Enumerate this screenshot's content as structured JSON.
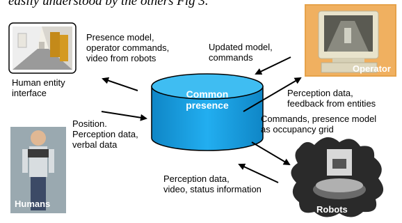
{
  "header_fragment": "easily understood by the others Fig 3.",
  "center": {
    "label_line1": "Common",
    "label_line2": "presence"
  },
  "entities": {
    "operator": {
      "label": "Operator"
    },
    "humans": {
      "label": "Humans"
    },
    "robots": {
      "label": "Robots"
    },
    "interface_caption": "Human entity\ninterface"
  },
  "flows": {
    "to_interface": "Presence model,\noperator commands,\nvideo from robots",
    "from_operator": "Updated model,\ncommands",
    "to_operator": "Perception data,\nfeedback from entities",
    "from_humans": "Position.\nPerception data,\nverbal data",
    "to_robots": "Commands, presence model\nas occupancy grid",
    "from_robots": "Perception data,\nvideo, status information"
  },
  "colors": {
    "cylinder": "#1aa3e0",
    "cylinder_dark": "#0b6fa8",
    "arrow": "#000000"
  }
}
